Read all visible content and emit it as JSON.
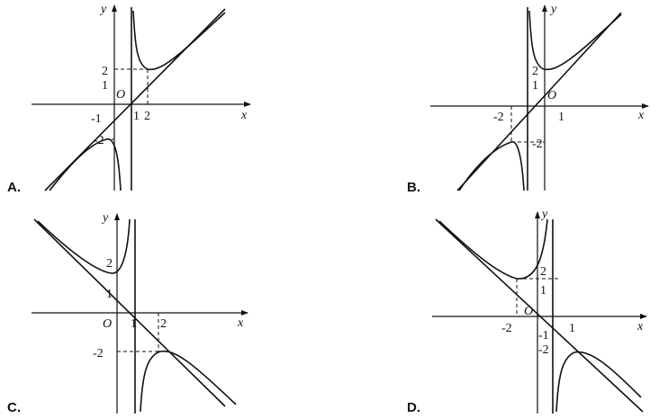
{
  "panels": [
    {
      "option": "A.",
      "axis_x": "x",
      "axis_y": "y",
      "origin": "O",
      "ticks": [
        "-1",
        "1",
        "2",
        "2",
        "1",
        "-2"
      ]
    },
    {
      "option": "B.",
      "axis_x": "x",
      "axis_y": "y",
      "origin": "O",
      "ticks": [
        "-2",
        "1",
        "2",
        "1",
        "-2"
      ]
    },
    {
      "option": "C.",
      "axis_x": "x",
      "axis_y": "y",
      "origin": "O",
      "ticks": [
        "1",
        "2",
        "2",
        "1",
        "-2"
      ]
    },
    {
      "option": "D.",
      "axis_x": "x",
      "axis_y": "y",
      "origin": "O",
      "ticks": [
        "-2",
        "1",
        "2",
        "1",
        "-1",
        "-2"
      ]
    }
  ]
}
